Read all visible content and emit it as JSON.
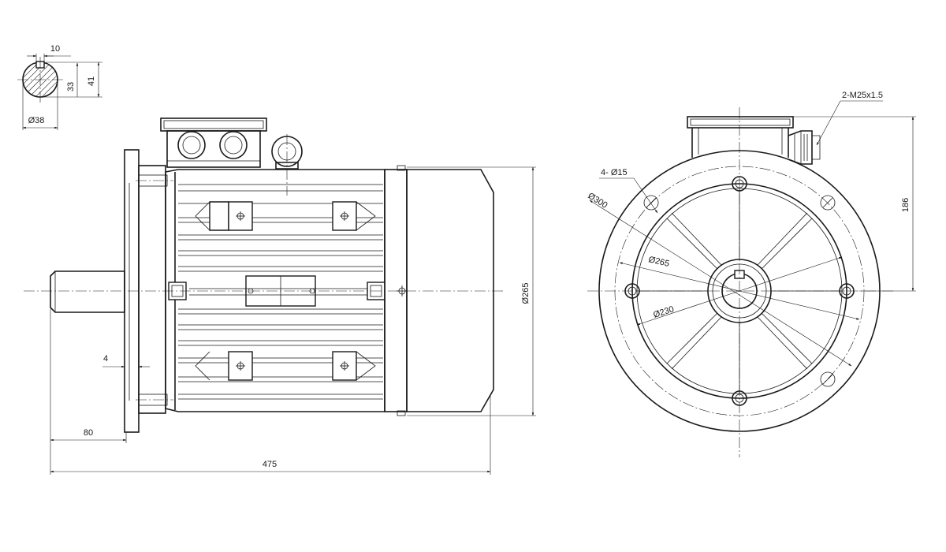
{
  "shaft_section": {
    "key_width": "10",
    "key_depth": "33",
    "shaft_height": "41",
    "shaft_diameter": "Ø38"
  },
  "side_view": {
    "flange_thickness": "4",
    "shaft_length": "80",
    "overall_length": "475",
    "frame_diameter": "Ø265"
  },
  "front_view": {
    "cable_glands": "2-M25x1.5",
    "mount_holes": "4- Ø15",
    "flange_diameter": "Ø300",
    "pcd_diameter": "Ø265",
    "spigot_diameter": "Ø230",
    "terminal_height": "186"
  }
}
